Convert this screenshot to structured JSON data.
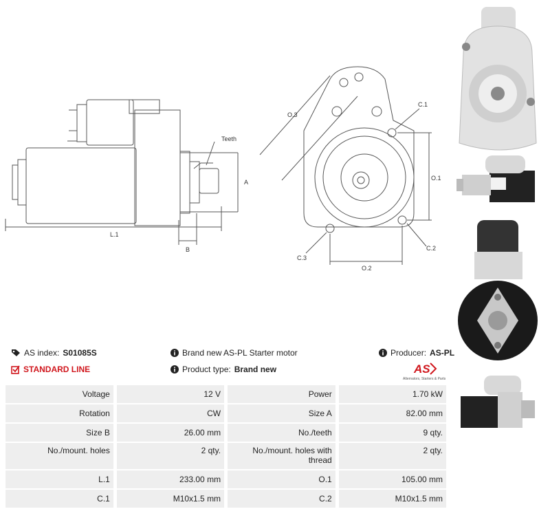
{
  "drawing": {
    "labels": {
      "teeth": "Teeth",
      "a": "A",
      "b": "B",
      "l1": "L.1",
      "o3": "O.3",
      "c1": "C.1",
      "o1": "O.1",
      "c2": "C.2",
      "c3": "C.3",
      "o2": "O.2"
    }
  },
  "info": {
    "as_index_label": "AS index:",
    "as_index_value": "S01085S",
    "description": "Brand new AS-PL Starter motor",
    "producer_label": "Producer:",
    "producer_value": "AS-PL",
    "line": "STANDARD LINE",
    "product_type_label": "Product type:",
    "product_type_value": "Brand new",
    "logo_text": "AS",
    "logo_tagline": "Alternators, Starters & Parts"
  },
  "specs": [
    {
      "l1": "Voltage",
      "v1": "12 V",
      "l2": "Power",
      "v2": "1.70 kW"
    },
    {
      "l1": "Rotation",
      "v1": "CW",
      "l2": "Size A",
      "v2": "82.00 mm"
    },
    {
      "l1": "Size B",
      "v1": "26.00 mm",
      "l2": "No./teeth",
      "v2": "9 qty."
    },
    {
      "l1": "No./mount. holes",
      "v1": "2 qty.",
      "l2": "No./mount. holes with thread",
      "v2": "2 qty."
    },
    {
      "l1": "L.1",
      "v1": "233.00 mm",
      "l2": "O.1",
      "v2": "105.00 mm"
    },
    {
      "l1": "C.1",
      "v1": "M10x1.5 mm",
      "l2": "C.2",
      "v2": "M10x1.5 mm"
    }
  ],
  "colors": {
    "accent_red": "#d0161c",
    "row_bg": "#eeeeee"
  },
  "icons": [
    "tag-icon",
    "info-icon",
    "checkbox-icon"
  ]
}
